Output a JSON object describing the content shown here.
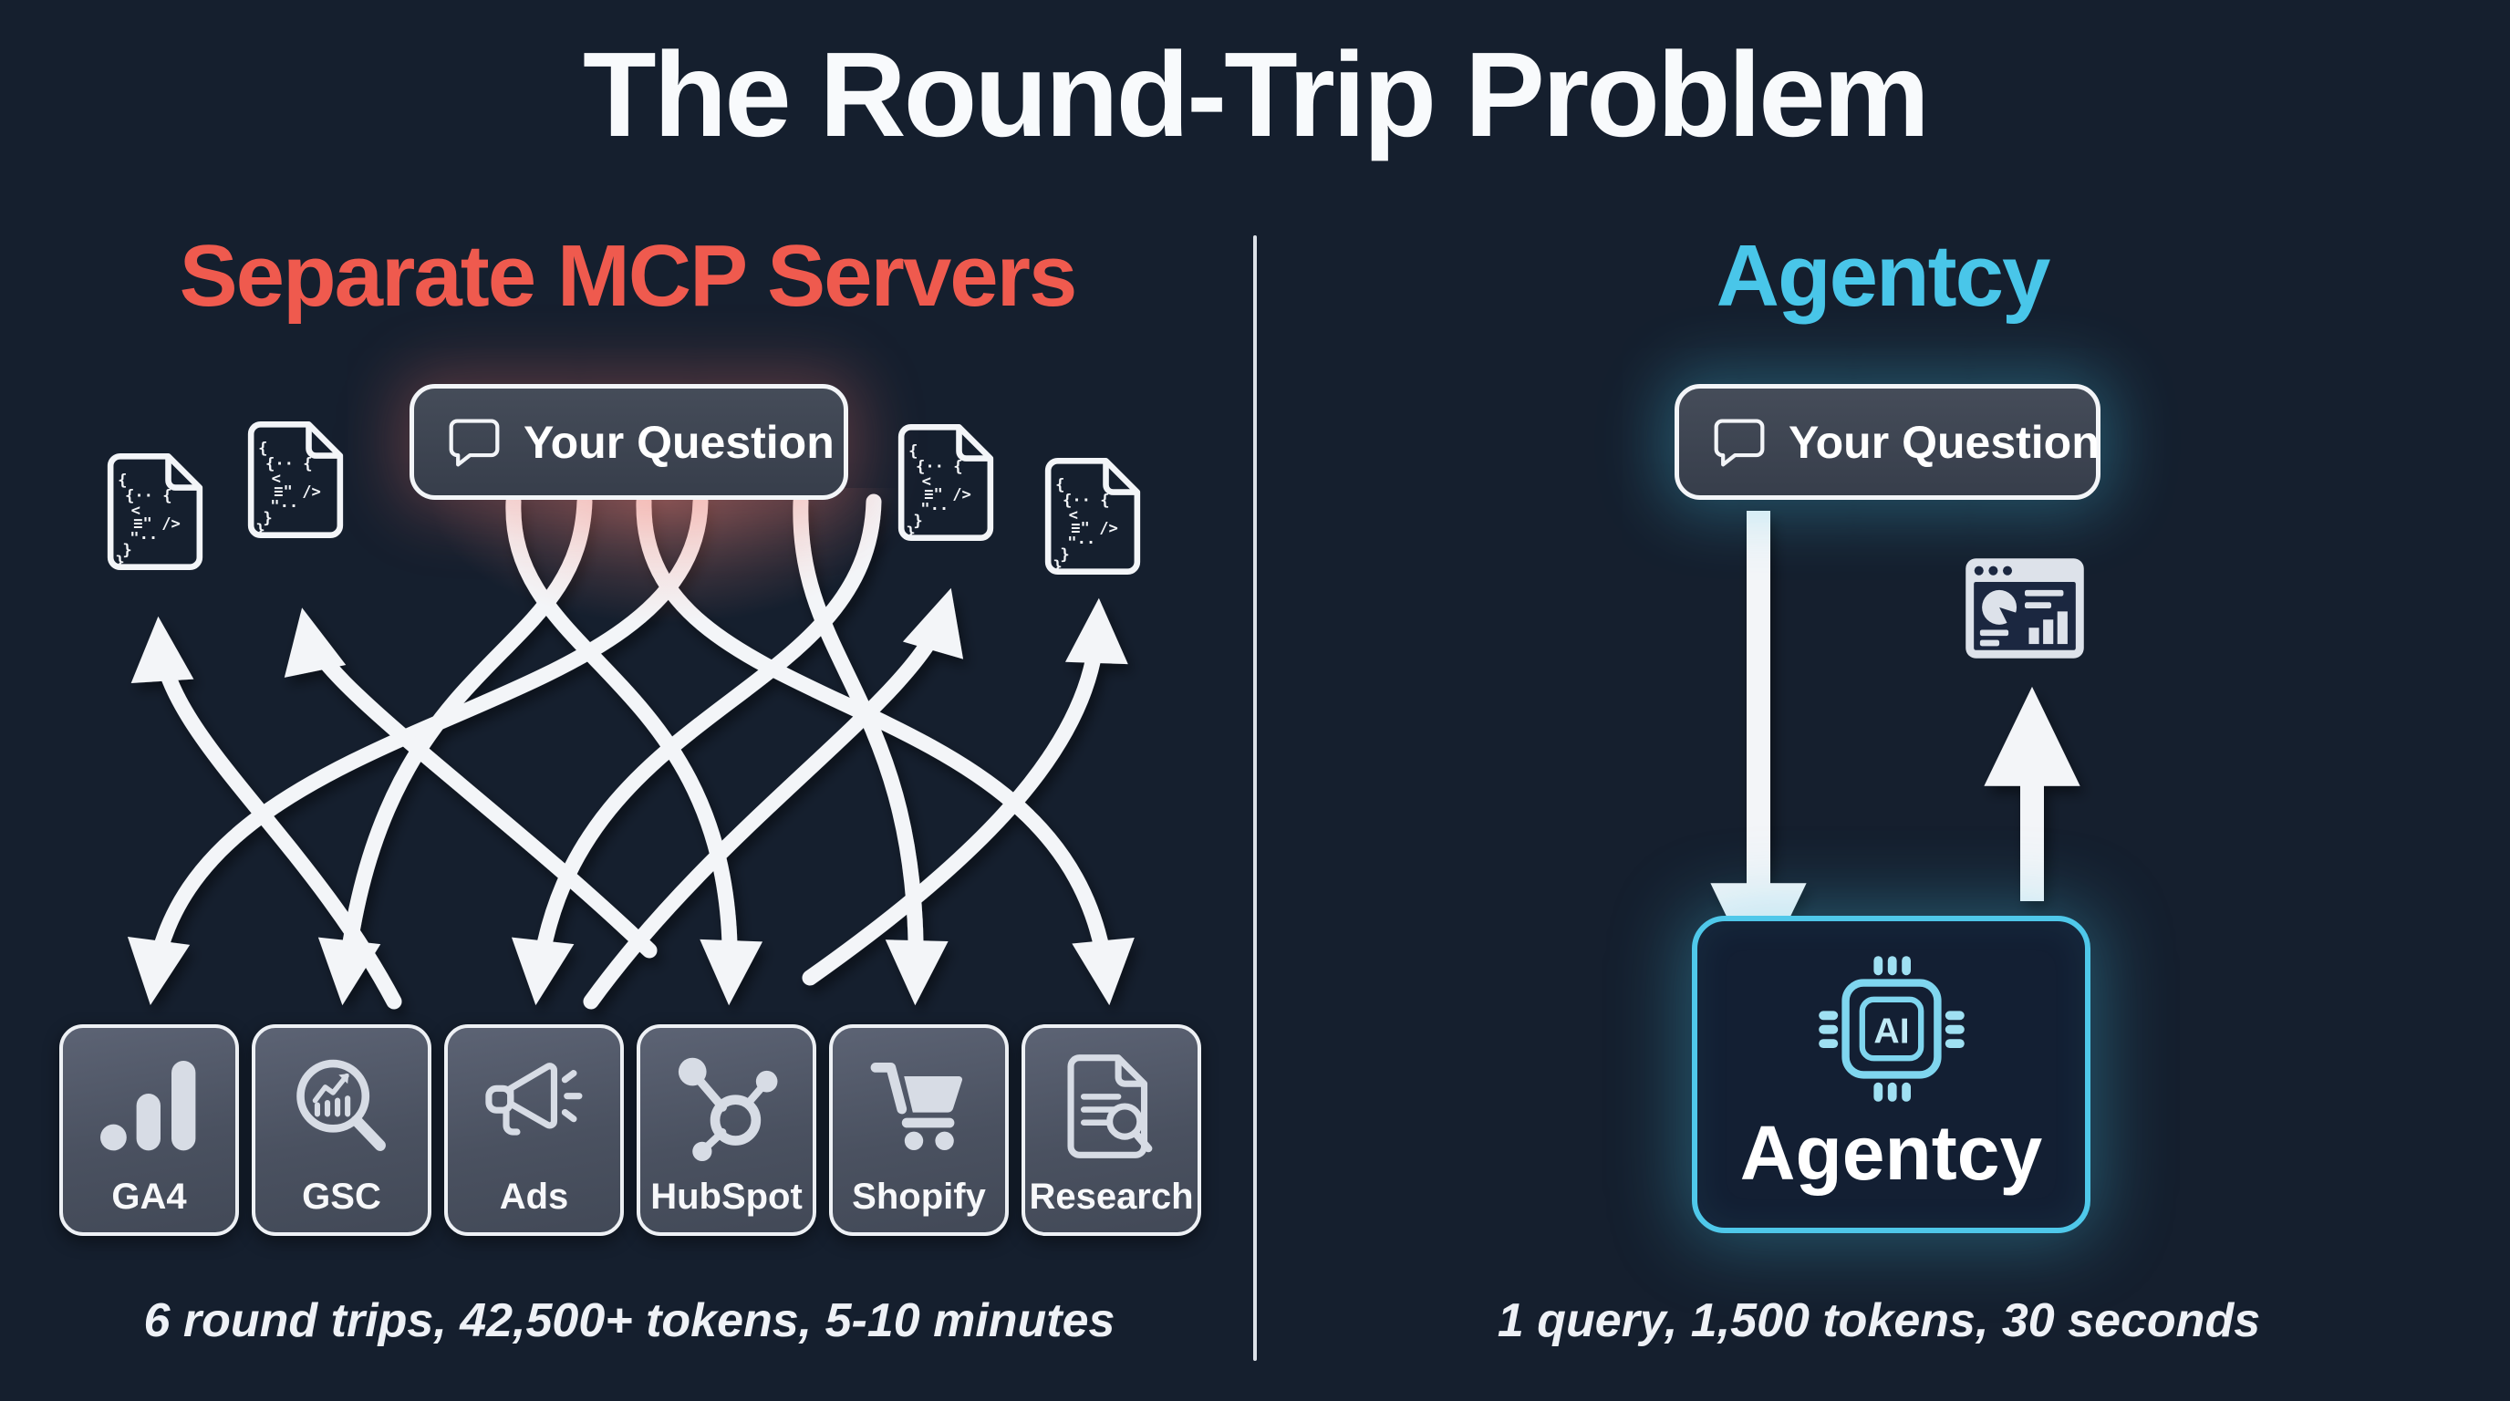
{
  "title": "The Round-Trip Problem",
  "colors": {
    "background": "#151f2e",
    "left_accent": "#ef5a4e",
    "right_accent": "#49c6e9",
    "arrow": "#f3f5f8",
    "box_border": "#eef1f5",
    "question_box_fill": "#3d4451",
    "agent_border": "#4fc8ea"
  },
  "left": {
    "heading": "Separate MCP Servers",
    "question": {
      "label": "Your Question",
      "icon": "chat-bubble-icon"
    },
    "code_files": {
      "icon": "code-file-icon",
      "count": 4
    },
    "services": [
      {
        "label": "GA4",
        "icon": "analytics-bars-icon"
      },
      {
        "label": "GSC",
        "icon": "search-chart-icon"
      },
      {
        "label": "Ads",
        "icon": "megaphone-icon"
      },
      {
        "label": "HubSpot",
        "icon": "hub-network-icon"
      },
      {
        "label": "Shopify",
        "icon": "shopping-cart-icon"
      },
      {
        "label": "Research",
        "icon": "document-search-icon"
      }
    ],
    "caption": "6 round trips, 42,500+ tokens, 5-10 minutes"
  },
  "right": {
    "heading": "Agentcy",
    "question": {
      "label": "Your Question",
      "icon": "chat-bubble-icon"
    },
    "dashboard": {
      "icon": "report-dashboard-icon"
    },
    "agent": {
      "label": "Agentcy",
      "chip_text": "AI",
      "icon": "ai-chip-icon"
    },
    "caption": "1 query, 1,500 tokens, 30 seconds"
  }
}
